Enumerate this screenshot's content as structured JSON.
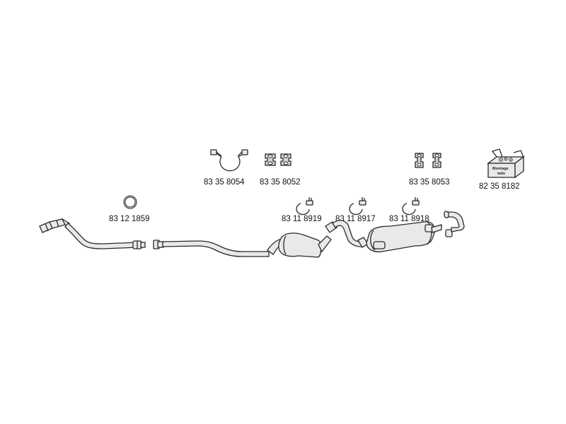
{
  "parts": {
    "clamp_ring_large": "83 35 8054",
    "rubber_mount_pair_1": "83 35 8052",
    "rubber_mount_pair_2": "83 35 8053",
    "mounting_kit": "82 35 8182",
    "seal_ring": "83 12 1859",
    "clamp_1": "83 11 8919",
    "clamp_2": "83 11 8917",
    "clamp_3": "83 11 8918"
  },
  "kit_box": {
    "line1": "Montage",
    "line2": "teile"
  },
  "colors": {
    "stroke": "#2a2a2a",
    "fill": "#e9e9e9",
    "background": "#ffffff"
  }
}
